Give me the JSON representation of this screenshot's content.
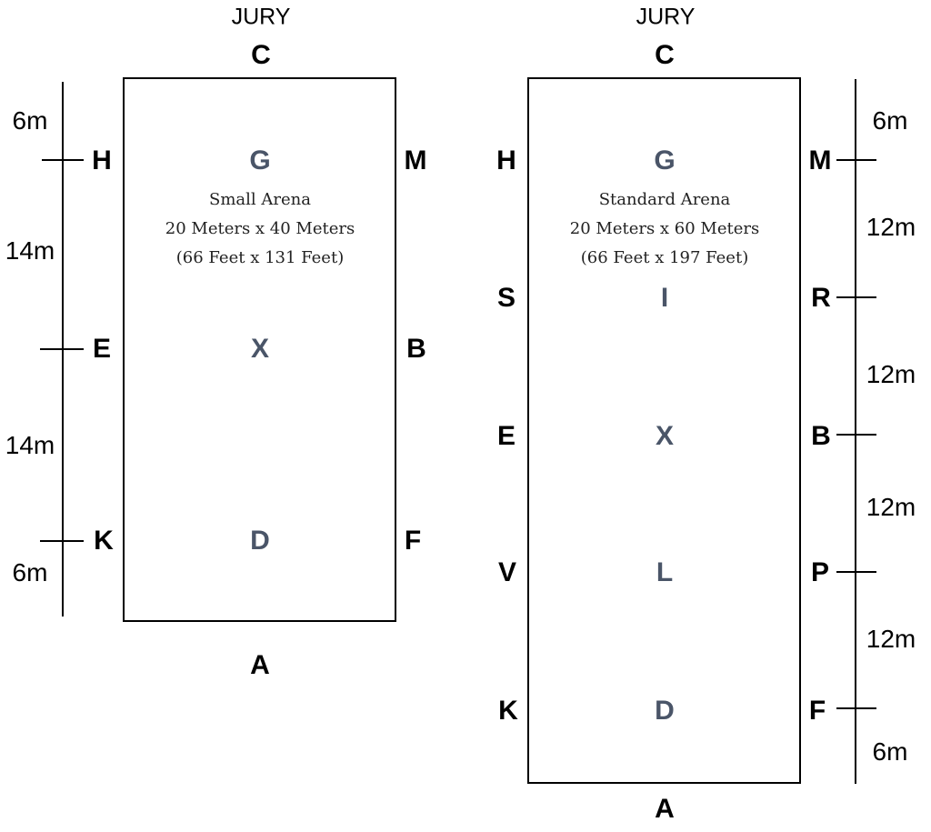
{
  "small": {
    "jury": "JURY",
    "top": "C",
    "bottom": "A",
    "left_letters": [
      "H",
      "E",
      "K"
    ],
    "right_letters": [
      "M",
      "B",
      "F"
    ],
    "inner_letters": [
      "G",
      "X",
      "D"
    ],
    "caption": [
      "Small Arena",
      "20 Meters x 40 Meters",
      "(66 Feet x 131 Feet)"
    ],
    "distances": [
      "6m",
      "14m",
      "14m",
      "6m"
    ]
  },
  "standard": {
    "jury": "JURY",
    "top": "C",
    "bottom": "A",
    "left_letters": [
      "H",
      "S",
      "E",
      "V",
      "K"
    ],
    "right_letters": [
      "M",
      "R",
      "B",
      "P",
      "F"
    ],
    "inner_letters": [
      "G",
      "I",
      "X",
      "L",
      "D"
    ],
    "caption": [
      "Standard Arena",
      "20 Meters x 60 Meters",
      "(66 Feet x 197 Feet)"
    ],
    "distances": [
      "6m",
      "12m",
      "12m",
      "12m",
      "12m",
      "6m"
    ]
  },
  "colors": {
    "inner_letter": "#4a5568",
    "line": "#000000"
  }
}
